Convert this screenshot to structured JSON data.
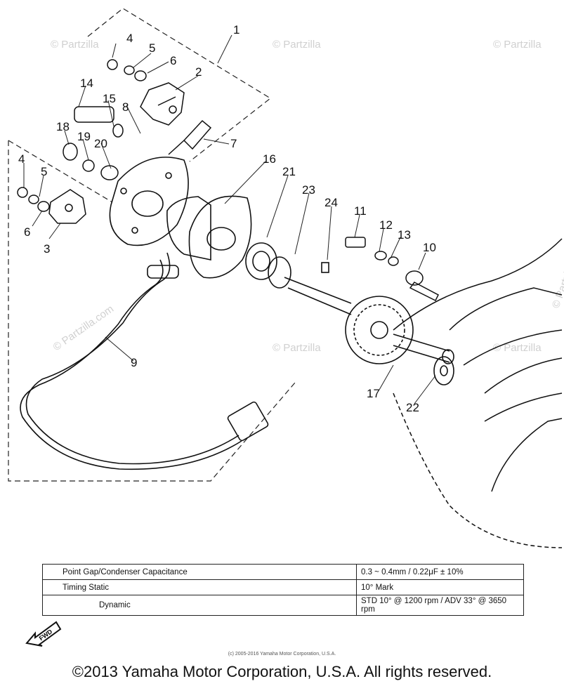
{
  "watermark": "© Partzilla",
  "watermark_diag": "© Partzilla.com",
  "callouts": [
    "1",
    "2",
    "3",
    "4",
    "5",
    "6",
    "7",
    "8",
    "9",
    "10",
    "11",
    "12",
    "13",
    "14",
    "15",
    "16",
    "17",
    "18",
    "19",
    "20",
    "21",
    "22",
    "23",
    "24"
  ],
  "callout_left_4": "4",
  "callout_left_5": "5",
  "callout_left_6": "6",
  "spec_table": {
    "rows": [
      {
        "label": "Point Gap/Condenser Capacitance",
        "value": "0.3 ~ 0.4mm / 0.22μF ± 10%"
      },
      {
        "label": "Timing  Static",
        "value": "10° Mark"
      },
      {
        "label": "Dynamic",
        "value": "STD 10° @ 1200 rpm / ADV 33° @ 3650 rpm"
      }
    ]
  },
  "fwd_label": "FWD",
  "footer": {
    "small": "(c) 2005-2016 Yamaha Motor Corporation, U.S.A.",
    "big": "©2013 Yamaha Motor Corporation, U.S.A. All rights reserved."
  }
}
